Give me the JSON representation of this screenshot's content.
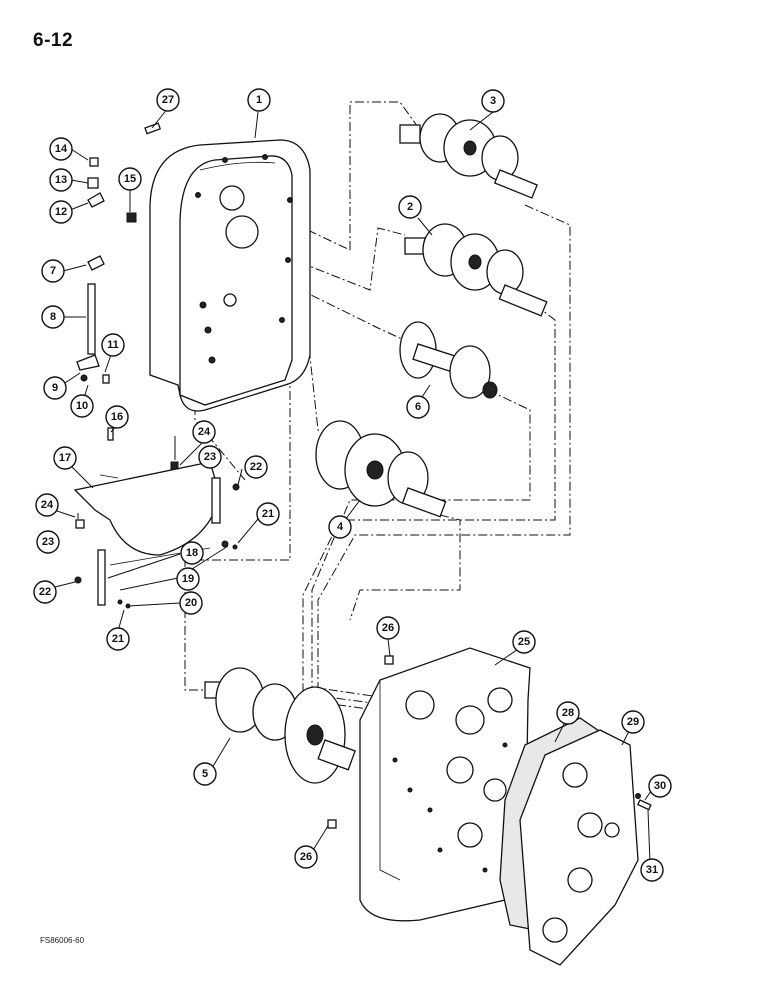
{
  "page": {
    "number": "6-12",
    "figure_code": "FS86006-60"
  },
  "callouts": {
    "c1": "1",
    "c2": "2",
    "c3": "3",
    "c4": "4",
    "c5": "5",
    "c6": "6",
    "c7": "7",
    "c8": "8",
    "c9": "9",
    "c10": "10",
    "c11": "11",
    "c12": "12",
    "c13": "13",
    "c14": "14",
    "c15": "15",
    "c16": "16",
    "c17": "17",
    "c18": "18",
    "c19": "19",
    "c20": "20",
    "c21a": "21",
    "c21b": "21",
    "c22a": "22",
    "c22b": "22",
    "c23a": "23",
    "c23b": "23",
    "c24a": "24",
    "c24b": "24",
    "c25": "25",
    "c26a": "26",
    "c26b": "26",
    "c27": "27",
    "c28": "28",
    "c29": "29",
    "c30": "30",
    "c31": "31"
  }
}
